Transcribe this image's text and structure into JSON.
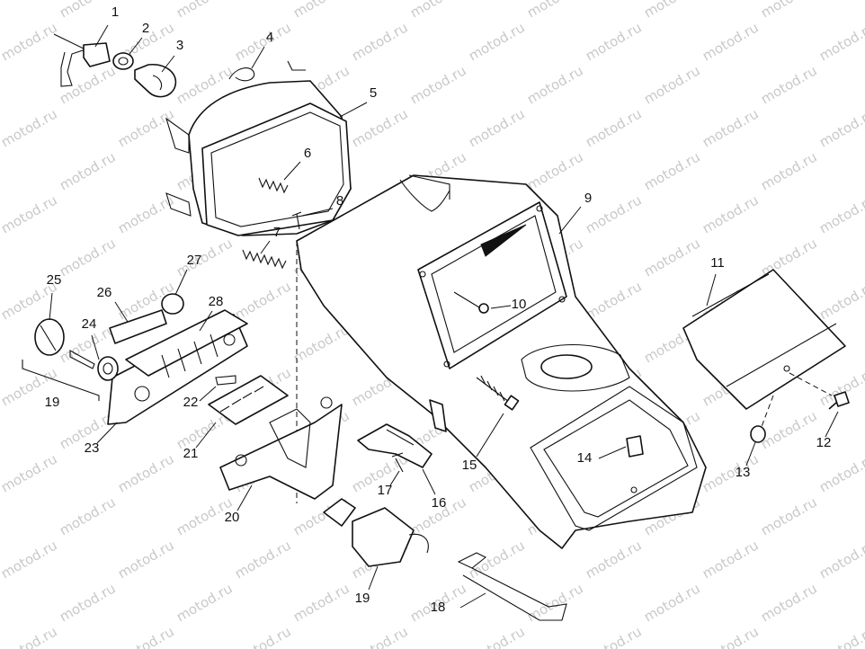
{
  "watermark": "motod.ru",
  "parts": [
    {
      "num": "1"
    },
    {
      "num": "2"
    },
    {
      "num": "3"
    },
    {
      "num": "4"
    },
    {
      "num": "5"
    },
    {
      "num": "6"
    },
    {
      "num": "7"
    },
    {
      "num": "8"
    },
    {
      "num": "9"
    },
    {
      "num": "10"
    },
    {
      "num": "11"
    },
    {
      "num": "12"
    },
    {
      "num": "13"
    },
    {
      "num": "14"
    },
    {
      "num": "15"
    },
    {
      "num": "16"
    },
    {
      "num": "17"
    },
    {
      "num": "18"
    },
    {
      "num": "19"
    },
    {
      "num": "20"
    },
    {
      "num": "21"
    },
    {
      "num": "22"
    },
    {
      "num": "23"
    },
    {
      "num": "24"
    },
    {
      "num": "25"
    },
    {
      "num": "26"
    },
    {
      "num": "27"
    },
    {
      "num": "28"
    },
    {
      "num": "19"
    }
  ]
}
